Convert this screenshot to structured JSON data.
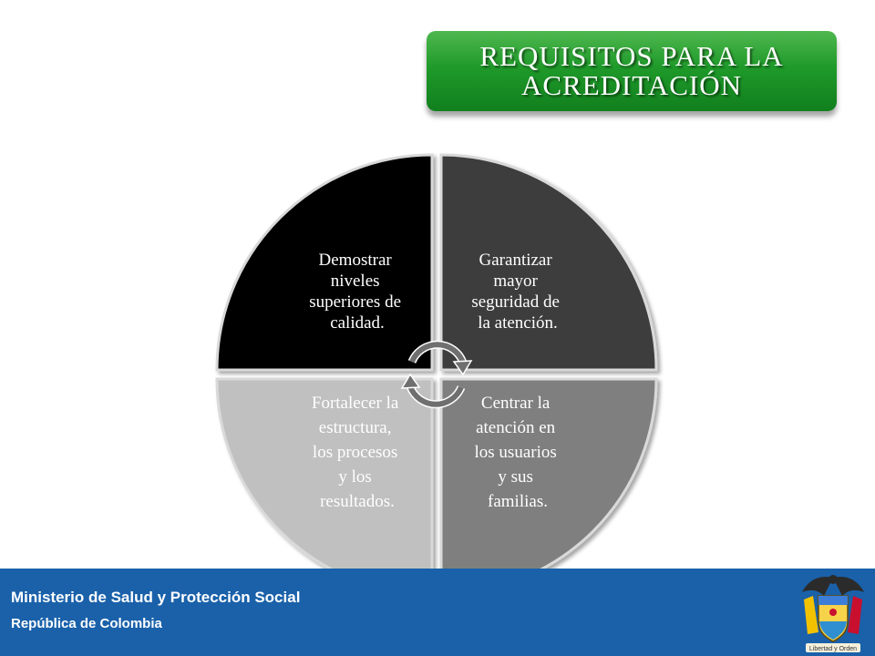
{
  "title": {
    "line1": "REQUISITOS PARA LA",
    "line2": "ACREDITACIÓN"
  },
  "quadrants": {
    "top_left": {
      "lines": [
        "Demostrar",
        "niveles",
        "superiores de",
        "calidad."
      ],
      "fill": "#000000",
      "text_color": "#ffffff"
    },
    "top_right": {
      "lines": [
        "Garantizar",
        "mayor",
        "seguridad de",
        "la atención."
      ],
      "fill": "#3c3c3c",
      "text_color": "#ffffff"
    },
    "bottom_right": {
      "lines": [
        "Centrar la",
        "atención en",
        "los usuarios",
        "y sus",
        "familias."
      ],
      "fill": "#7f7f7f",
      "text_color": "#ffffff"
    },
    "bottom_left": {
      "lines": [
        "Fortalecer la",
        "estructura,",
        "los procesos",
        "y los",
        "resultados."
      ],
      "fill": "#c0c0c0",
      "text_color": "#ffffff"
    }
  },
  "cycle_icon": "circular-arrows-icon",
  "footer": {
    "ministry": "Ministerio de Salud y  Protección Social",
    "republic": "República de Colombia",
    "crest_icon": "coat-of-arms-icon",
    "crest_motto": "Libertad y Orden"
  },
  "colors": {
    "banner_green": "#1f9a2a",
    "footer_blue": "#1a61aa"
  }
}
